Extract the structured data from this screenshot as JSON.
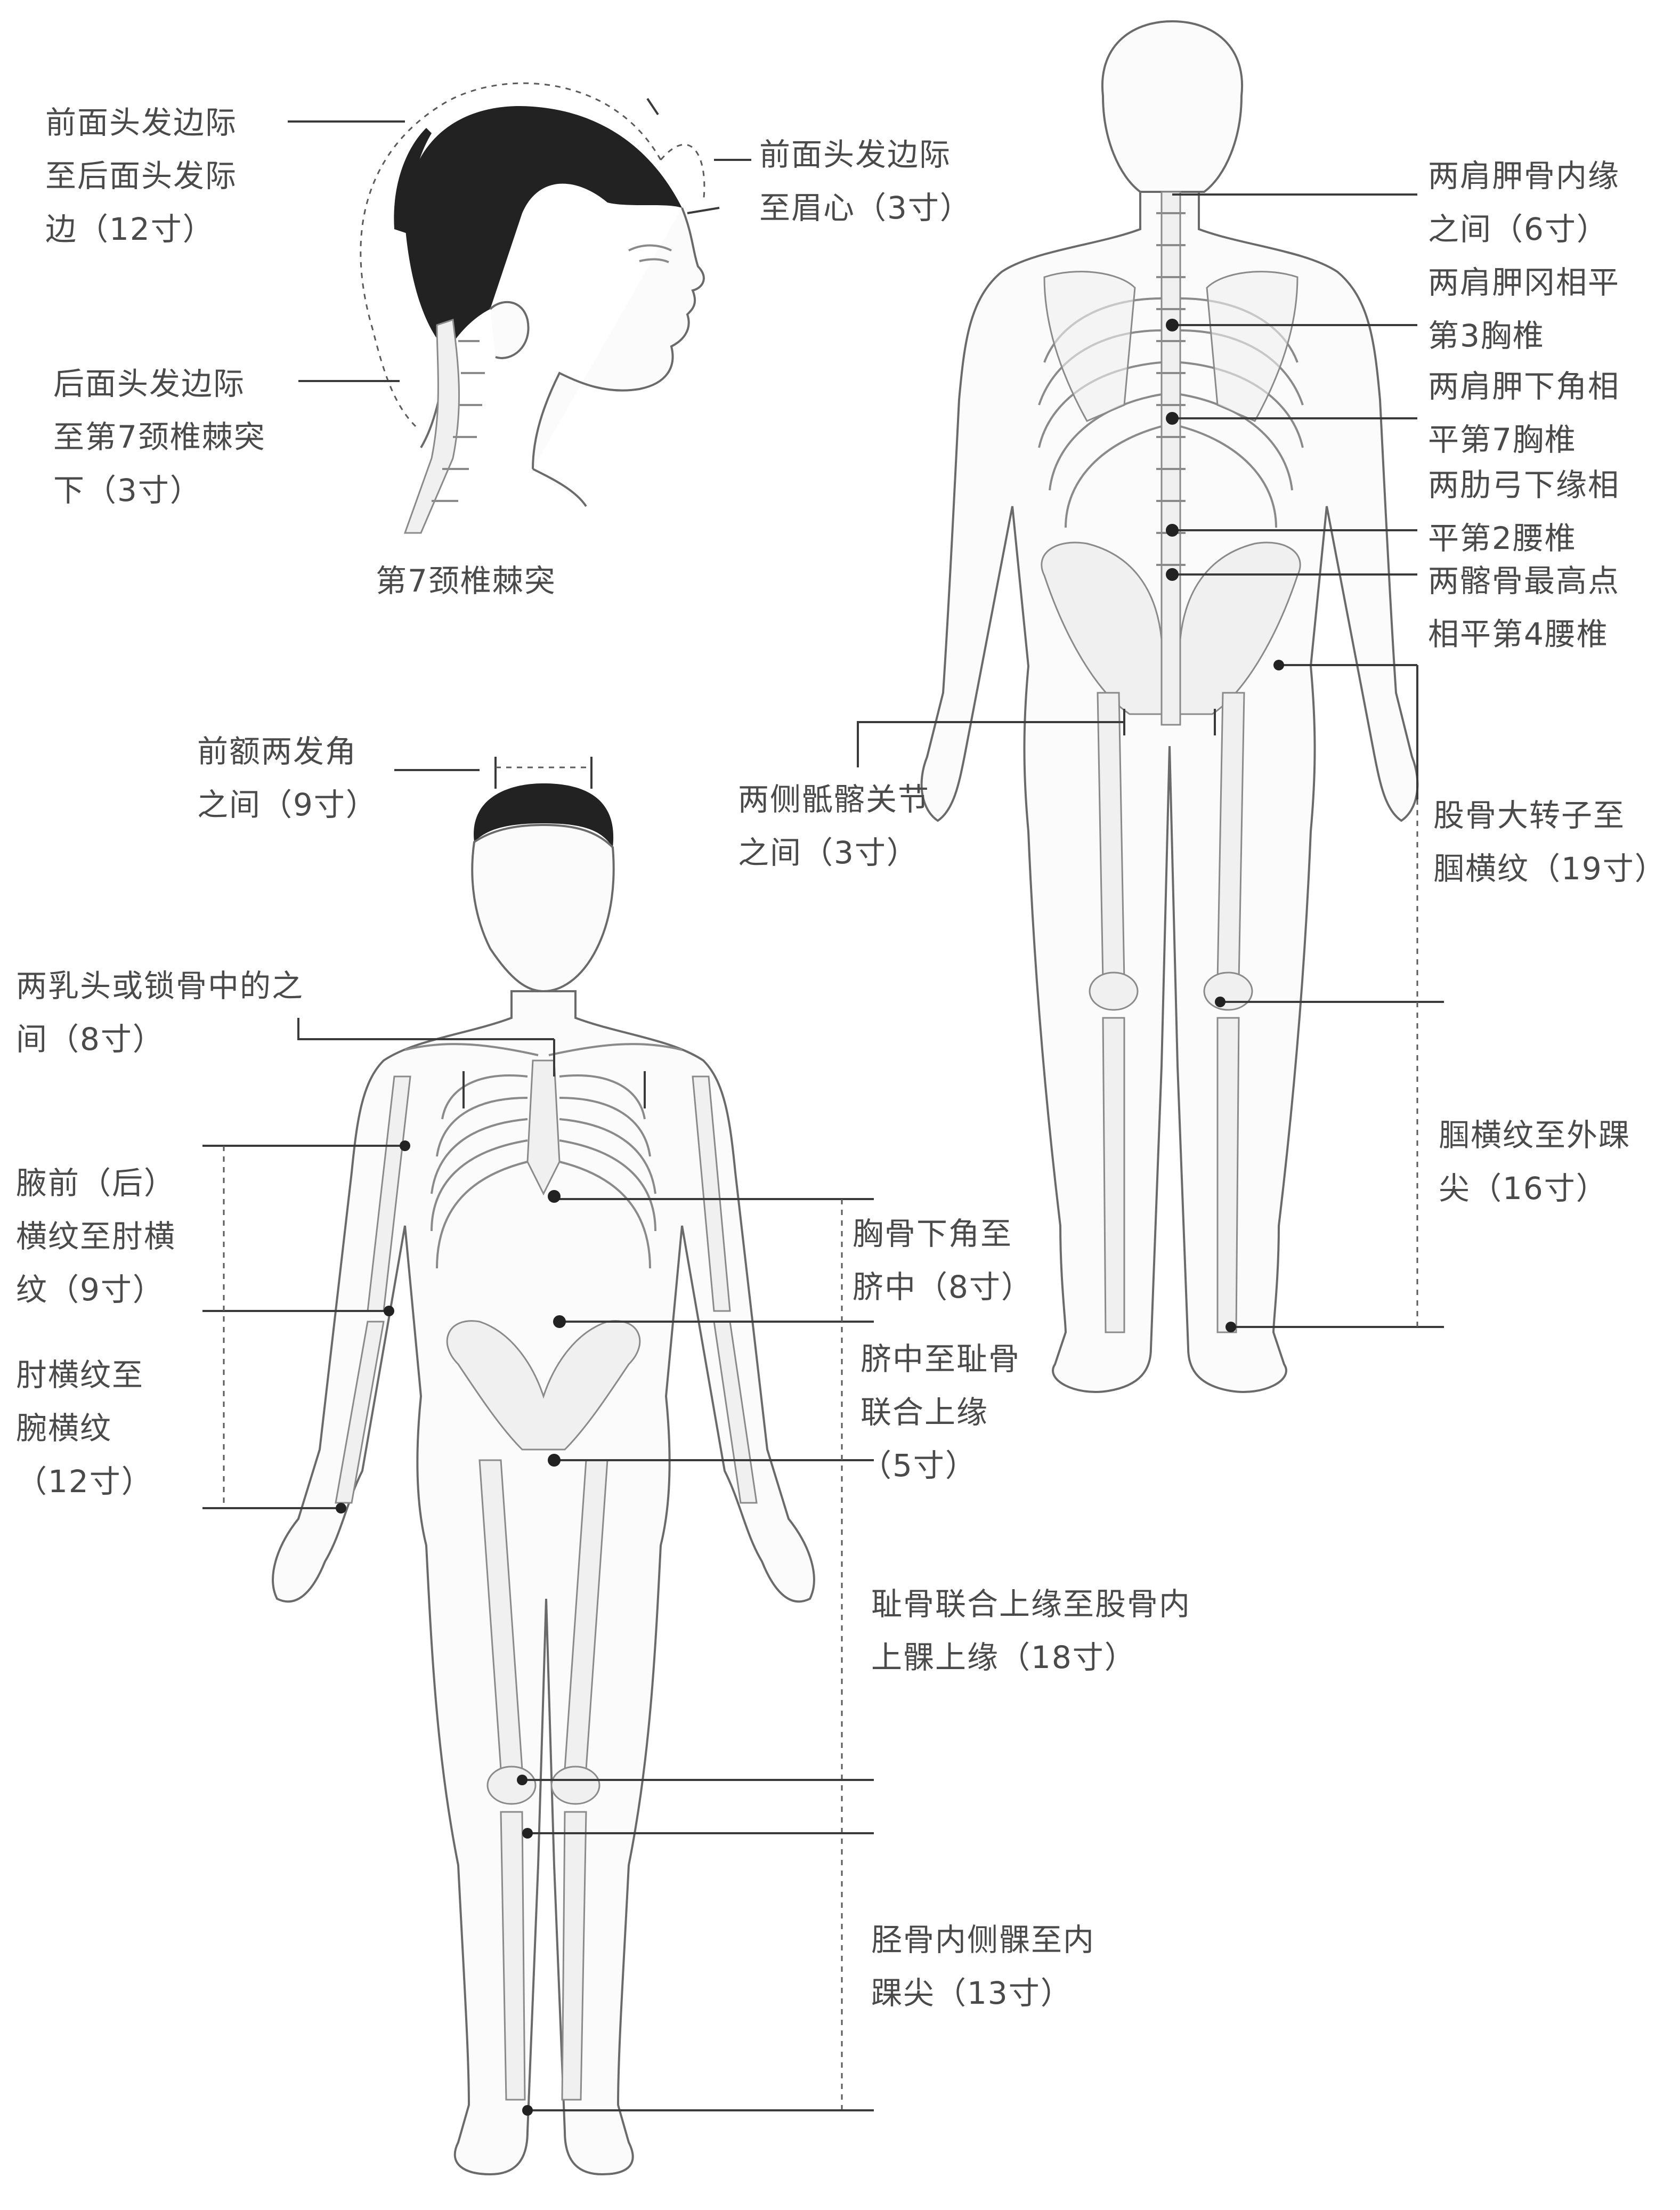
{
  "labels": {
    "head_front_to_back": [
      "前面头发边际",
      "至后面头发际",
      "边（12寸）"
    ],
    "head_front_to_brow": [
      "前面头发边际",
      "至眉心（3寸）"
    ],
    "head_back_to_c7": [
      "后面头发边际",
      "至第7颈椎棘突",
      "下（3寸）"
    ],
    "c7_caption": "第7颈椎棘突",
    "forehead_corners": [
      "前额两发角",
      "之间（9寸）"
    ],
    "nipples": [
      "两乳头或锁骨中的之",
      "间（8寸）"
    ],
    "axilla_to_elbow": [
      "腋前（后）",
      "横纹至肘横",
      "纹（9寸）"
    ],
    "elbow_to_wrist": [
      "肘横纹至",
      "腕横纹",
      "（12寸）"
    ],
    "sternum_to_navel": [
      "胸骨下角至",
      "脐中（8寸）"
    ],
    "navel_to_pubis": [
      "脐中至耻骨",
      "联合上缘",
      "（5寸）"
    ],
    "pubis_to_femur": [
      "耻骨联合上缘至股骨内",
      "上髁上缘（18寸）"
    ],
    "tibia_to_ankle": [
      "胫骨内侧髁至内",
      "踝尖（13寸）"
    ],
    "scapula_inner": [
      "两肩胛骨内缘",
      "之间（6寸）"
    ],
    "scapula_spine": [
      "两肩胛冈相平",
      "第3胸椎"
    ],
    "scapula_angle": [
      "两肩胛下角相",
      "平第7胸椎"
    ],
    "costal_arch": [
      "两肋弓下缘相",
      "平第2腰椎"
    ],
    "iliac_crest": [
      "两髂骨最高点",
      "相平第4腰椎"
    ],
    "sacroiliac": [
      "两侧骶髂关节",
      "之间（3寸）"
    ],
    "trochanter_to_popliteal": [
      "股骨大转子至",
      "腘横纹（19寸）"
    ],
    "popliteal_to_malleolus": [
      "腘横纹至外踝",
      "尖（16寸）"
    ]
  }
}
